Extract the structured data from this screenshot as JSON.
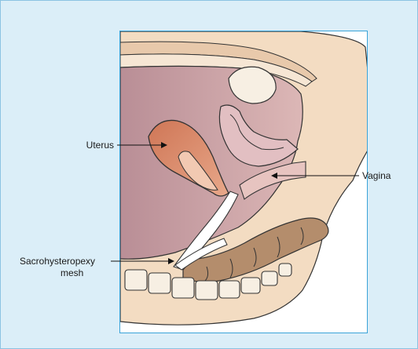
{
  "labels": {
    "uterus": "Uterus",
    "vagina": "Vagina",
    "mesh_line1": "Sacrohysteropexy",
    "mesh_line2": "mesh"
  },
  "colors": {
    "background": "#dbeef8",
    "frame_border": "#8cc3e2",
    "panel_border": "#3aa3d8",
    "pelvic_cavity": "#c9a3a8",
    "uterus": "#d98a6c",
    "skin": "#f3dcc2",
    "bowel": "#b48d6c",
    "mesh": "#ffffff"
  }
}
